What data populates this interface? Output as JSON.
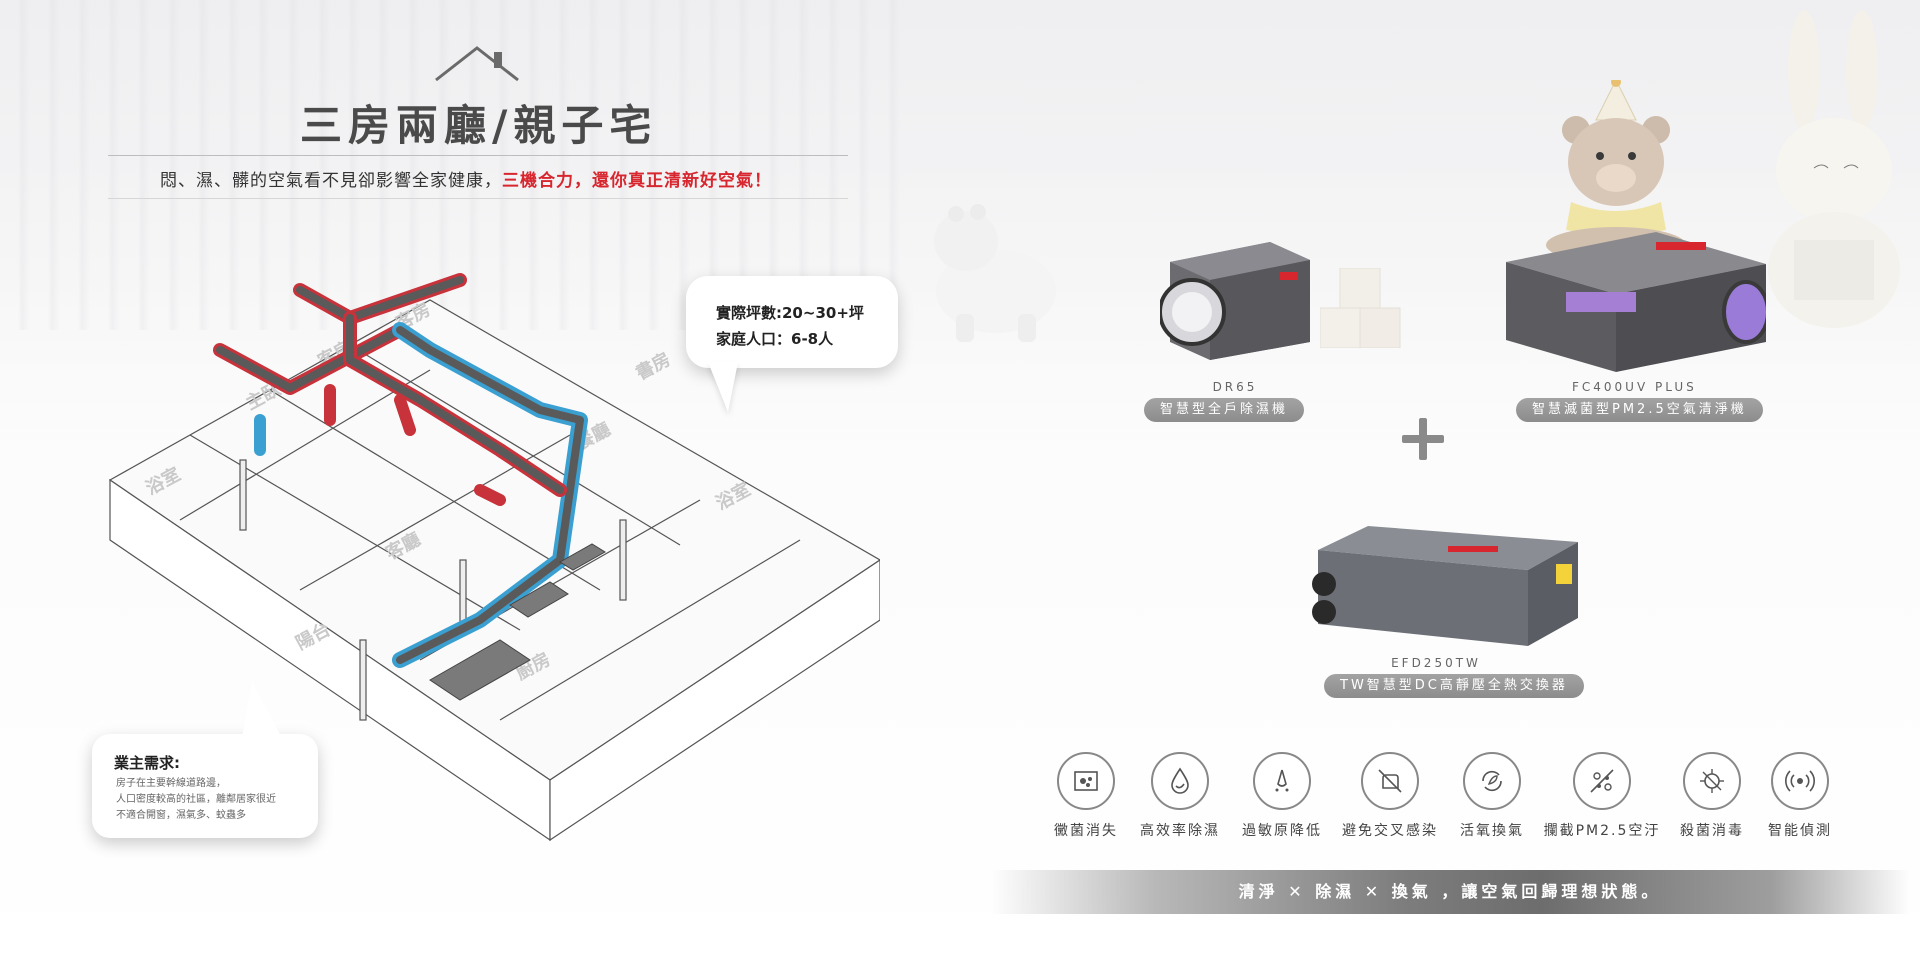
{
  "header": {
    "title": "三房兩廳/親子宅",
    "subtitle_plain": "悶、濕、髒的空氣看不見卻影響全家健康，",
    "subtitle_highlight": "三機合力，還你真正清新好空氣！"
  },
  "floorplan": {
    "rooms": [
      "主臥",
      "客房",
      "客房",
      "浴室",
      "客廳",
      "浴室",
      "陽台",
      "廚房",
      "餐廳",
      "書房"
    ]
  },
  "info_bubble": {
    "area": "實際坪數:20~30+坪",
    "family": "家庭人口：6-8人"
  },
  "owner_bubble": {
    "title": "業主需求:",
    "lines": [
      "房子在主要幹線道路邊，",
      "人口密度較高的社區，離鄰居家很近",
      "不適合開窗，濕氣多、蚊蟲多"
    ]
  },
  "products": [
    {
      "code": "DR65",
      "name": "智慧型全戶除濕機"
    },
    {
      "code": "FC400UV PLUS",
      "name": "智慧滅菌型PM2.5空氣清淨機"
    },
    {
      "code": "EFD250TW",
      "name": "TW智慧型DC高靜壓全熱交換器"
    }
  ],
  "features": [
    {
      "label": "黴菌消失",
      "icon": "mold-icon"
    },
    {
      "label": "高效率除濕",
      "icon": "droplet-icon"
    },
    {
      "label": "過敏原降低",
      "icon": "nose-icon"
    },
    {
      "label": "避免交叉感染",
      "icon": "hand-icon"
    },
    {
      "label": "活氧換氣",
      "icon": "leaf-cycle-icon"
    },
    {
      "label": "攔截PM2.5空汙",
      "icon": "particle-block-icon"
    },
    {
      "label": "殺菌消毒",
      "icon": "virus-kill-icon"
    },
    {
      "label": "智能偵測",
      "icon": "sensor-icon"
    }
  ],
  "footer": {
    "tagline": "清淨 ✕ 除濕 ✕ 換氣 ，讓空氣回歸理想狀態。"
  },
  "colors": {
    "highlight": "#d8262f",
    "duct_red": "#c8323a",
    "duct_blue": "#3a9fd1",
    "duct_core": "#5a5a5a",
    "pill_gray": "#969696"
  }
}
